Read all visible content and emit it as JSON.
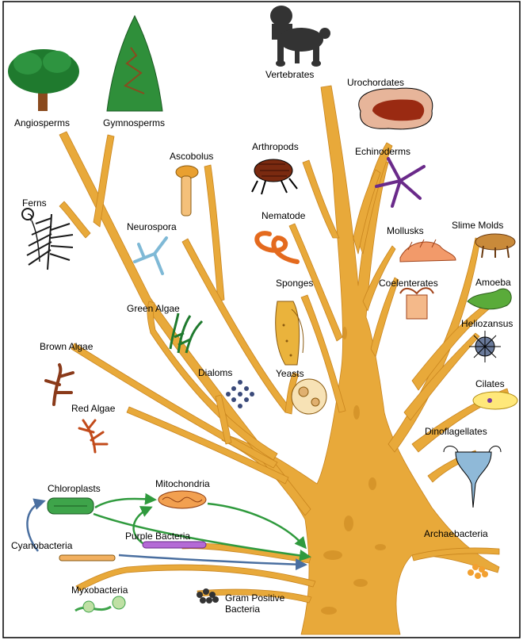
{
  "colors": {
    "trunk": "#e8a93a",
    "trunk_dark": "#c9851e",
    "ink": "#000000",
    "arrow_green": "#2f9a3d",
    "arrow_blue": "#4a6fa0",
    "frame": "#000000"
  },
  "labels": {
    "vertebrates": "Vertebrates",
    "urochordates": "Urochordates",
    "angiosperms": "Angiosperms",
    "gymnosperms": "Gymnosperms",
    "ascobolus": "Ascobolus",
    "arthropods": "Arthropods",
    "echinoderms": "Echinoderms",
    "ferns": "Ferns",
    "neurospora": "Neurospora",
    "nematode": "Nematode",
    "mollusks": "Mollusks",
    "slime_molds": "Slime Molds",
    "sponges": "Sponges",
    "coelenterates": "Coelenterates",
    "amoeba": "Amoeba",
    "green_algae": "Green Algae",
    "heliozansus": "Heliozansus",
    "brown_algae": "Brown Algae",
    "dialoms": "Dialoms",
    "yeasts": "Yeasts",
    "cilates": "Cilates",
    "red_algae": "Red Algae",
    "dinoflagellates": "Dinoflagellates",
    "chloroplasts": "Chloroplasts",
    "mitochondria": "Mitochondria",
    "cyanobacteria": "Cyanobacteria",
    "purple_bacteria": "Purple Bacteria",
    "archaebacteria": "Archaebacteria",
    "myxobacteria": "Myxobacteria",
    "gram_positive_1": "Gram Positive",
    "gram_positive_2": "Bacteria"
  }
}
